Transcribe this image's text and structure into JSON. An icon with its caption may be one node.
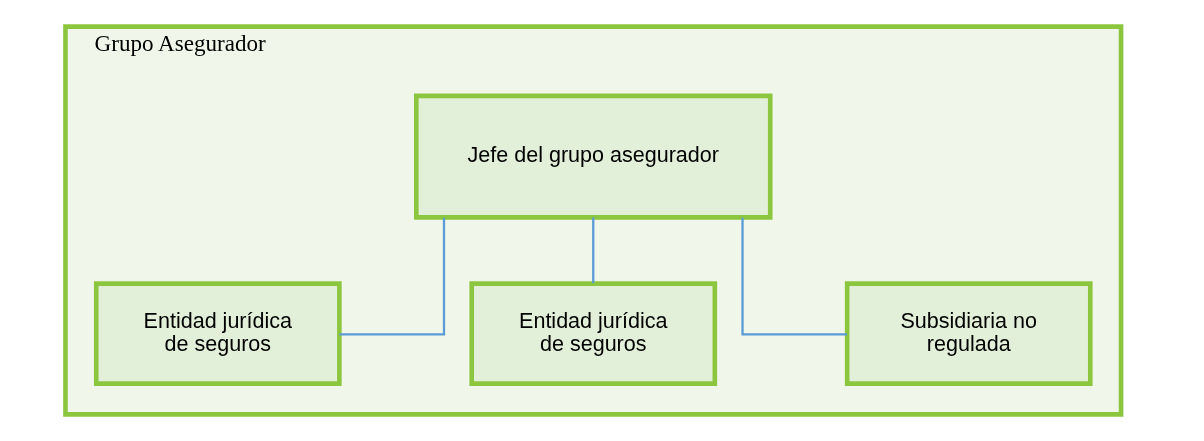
{
  "diagram": {
    "nodes": [
      {
        "text": [
          "Grupo Asegurador"
        ]
      },
      {
        "text": [
          "Jefe del grupo asegurador"
        ],
        "in": 0
      },
      {
        "text": [
          "Entidad jurídica de seguros"
        ],
        "in": 0
      },
      {
        "text": [
          "Entidad jurídica de seguros"
        ],
        "in": 0
      },
      {
        "text": [
          "Subsidiaria no regulada"
        ],
        "in": 0
      }
    ],
    "edges": [
      {
        "from": 1,
        "to": 2,
        "arrow": "none"
      },
      {
        "from": 1,
        "to": 3,
        "arrow": "none"
      },
      {
        "from": 1,
        "to": 4,
        "arrow": "none"
      }
    ]
  }
}
